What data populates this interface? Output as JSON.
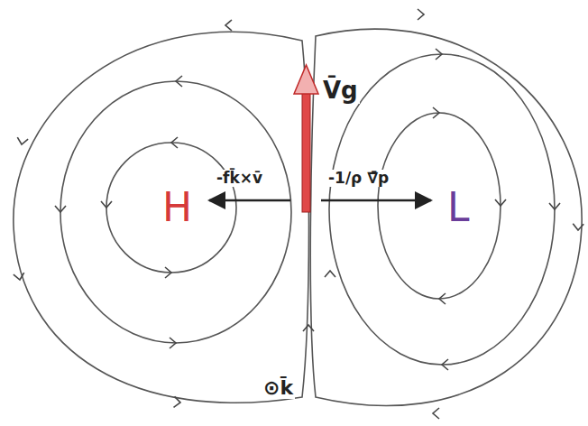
{
  "diagram": {
    "labels": [
      "H",
      "L",
      "-fk̄×v̄",
      "-1/ρ ∇̄p",
      "V̄g",
      "⊙k̄"
    ]
  }
}
